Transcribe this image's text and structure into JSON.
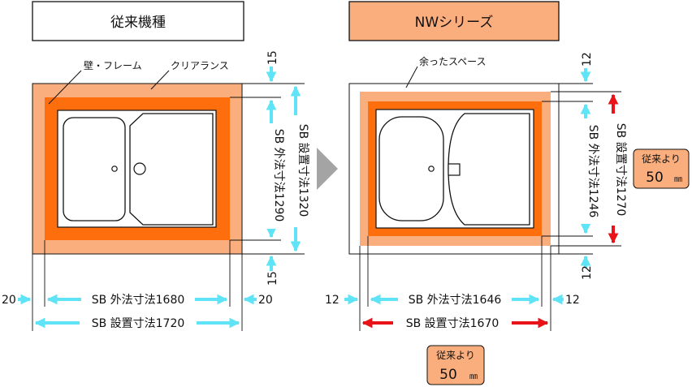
{
  "left": {
    "header": "従来機種",
    "wall_label": "壁・フレーム",
    "clearance_label": "クリアランス",
    "top_clearance": "15",
    "bottom_clearance": "15",
    "outer_height": "SB 外法寸法1290",
    "install_height": "SB 設置寸法1320",
    "left_clearance": "20",
    "right_clearance": "20",
    "outer_width": "SB 外法寸法1680",
    "install_width": "SB 設置寸法1720"
  },
  "right": {
    "header": "NWシリーズ",
    "spare_label": "余ったスペース",
    "top_clearance": "12",
    "bottom_clearance": "12",
    "outer_height": "SB 外法寸法1246",
    "install_height": "SB 設置寸法1270",
    "left_clearance": "12",
    "right_clearance": "12",
    "outer_width": "SB 外法寸法1646",
    "install_width": "SB 設置寸法1670",
    "callout_side": {
      "line1": "従来より",
      "value": "50",
      "unit": "㎜"
    },
    "callout_bottom": {
      "line1": "従来より",
      "value": "50",
      "unit": "㎜"
    }
  },
  "colors": {
    "light_orange": "#fbae7d",
    "orange": "#ff6e0d",
    "cyan": "#5fe3f7",
    "red": "#e8141a",
    "arrow_gray": "#a4a4a4",
    "header_fill": "#fbae7d"
  }
}
